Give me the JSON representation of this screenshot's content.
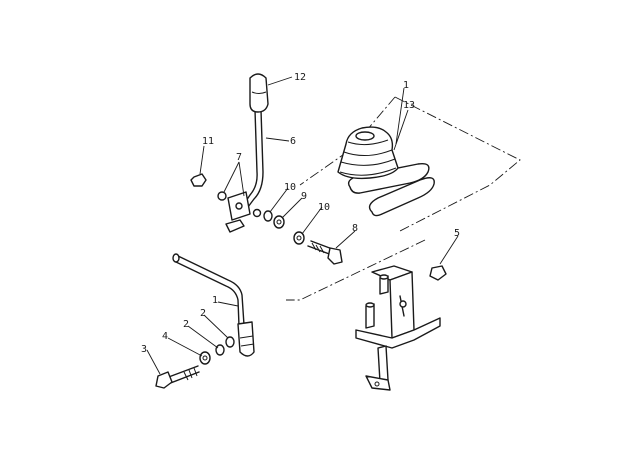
{
  "callouts": {
    "c1_frame": "1",
    "c1_lever": "1",
    "c2_upper": "2",
    "c2_lower": "2",
    "c3": "3",
    "c4": "4",
    "c5": "5",
    "c6": "6",
    "c7": "7",
    "c8": "8",
    "c9": "9",
    "c10_upper": "10",
    "c10_lower": "10",
    "c11": "11",
    "c12": "12",
    "c13": "13"
  }
}
